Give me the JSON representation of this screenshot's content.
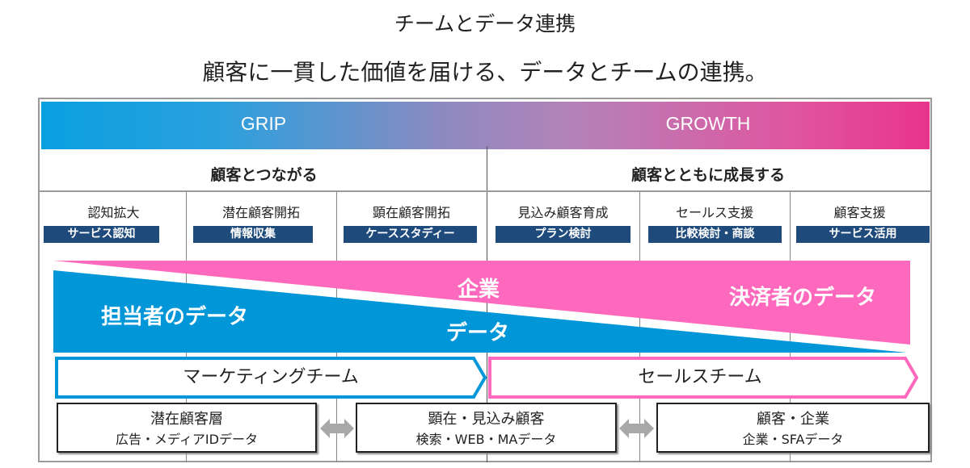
{
  "title": "チームとデータ連携",
  "subtitle": "顧客に一貫した価値を届ける、データとチームの連携。",
  "band": {
    "left": "GRIP",
    "right": "GROWTH"
  },
  "phases": [
    "顧客とつながる",
    "顧客とともに成長する"
  ],
  "stages": [
    {
      "label": "認知拡大",
      "badge": "サービス認知"
    },
    {
      "label": "潜在顧客開拓",
      "badge": "情報収集"
    },
    {
      "label": "顕在顧客開拓",
      "badge": "ケーススタディー"
    },
    {
      "label": "見込み顧客育成",
      "badge": "プラン検討"
    },
    {
      "label": "セールス支援",
      "badge": "比較検討・商談"
    },
    {
      "label": "顧客支援",
      "badge": "サービス活用"
    }
  ],
  "data_wedges": {
    "blue_left": "担当者のデータ",
    "blue_center": "データ",
    "pink_center": "企業",
    "pink_right": "決済者のデータ"
  },
  "teams": {
    "marketing": "マーケティングチーム",
    "sales": "セールスチーム"
  },
  "boxes": [
    {
      "title": "潜在顧客層",
      "sub": "広告・メディアIDデータ"
    },
    {
      "title": "顕在・見込み顧客",
      "sub": "検索・WEB・MAデータ"
    },
    {
      "title": "顧客・企業",
      "sub": "企業・SFAデータ"
    }
  ],
  "colors": {
    "blue": "#0096d8",
    "pink": "#ff69bd",
    "navy": "#1f4a7c"
  }
}
